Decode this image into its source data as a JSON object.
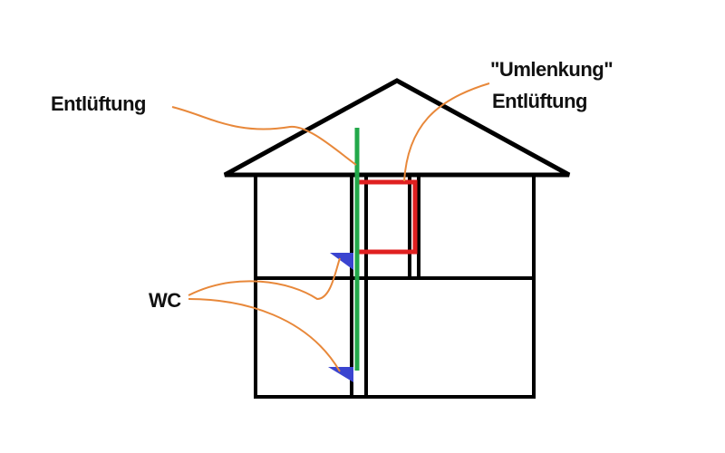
{
  "labels": {
    "vent_main": "Entlüftung",
    "vent_detour_line1": "\"Umlenkung\"",
    "vent_detour_line2": "Entlüftung",
    "wc": "WC"
  },
  "colors": {
    "outline": "#000000",
    "vent_pipe": "#22a84a",
    "detour_pipe": "#e02020",
    "wc": "#3a44d0",
    "leader": "#e8883a"
  }
}
